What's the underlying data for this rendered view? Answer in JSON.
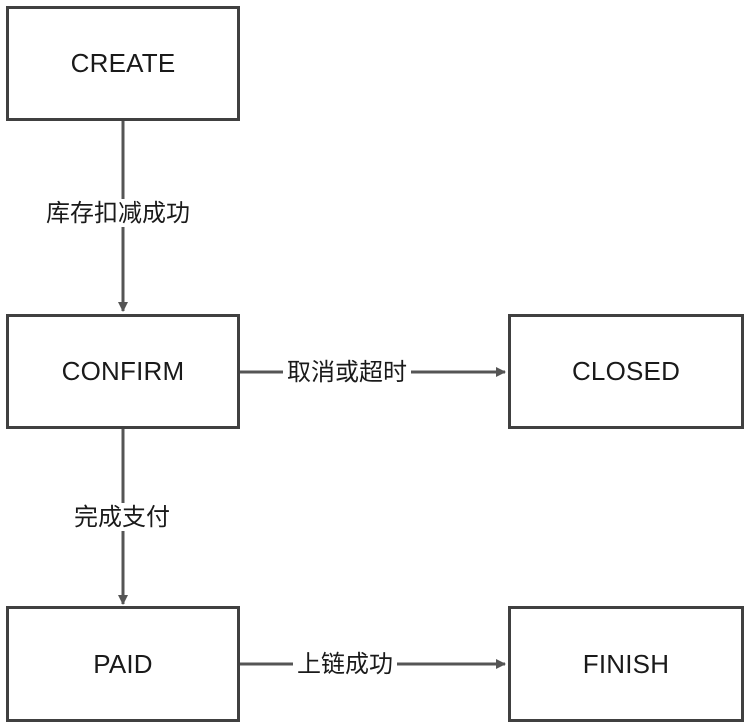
{
  "states": {
    "create": "CREATE",
    "confirm": "CONFIRM",
    "closed": "CLOSED",
    "paid": "PAID",
    "finish": "FINISH"
  },
  "transitions": {
    "create_to_confirm": "库存扣减成功",
    "confirm_to_closed": "取消或超时",
    "confirm_to_paid": "完成支付",
    "paid_to_finish": "上链成功"
  },
  "colors": {
    "stroke": "#404040",
    "text": "#1a1a1a",
    "background": "#ffffff"
  }
}
